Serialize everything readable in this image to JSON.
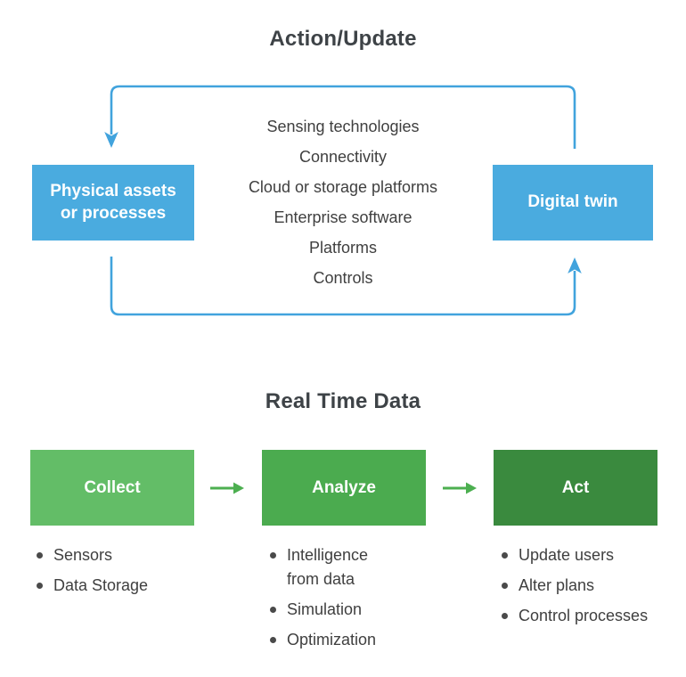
{
  "top_section": {
    "title": "Action/Update",
    "left_box": {
      "label_line1": "Physical assets",
      "label_line2": "or processes"
    },
    "right_box": {
      "label": "Digital twin"
    },
    "middle_items": [
      "Sensing technologies",
      "Connectivity",
      "Cloud or storage platforms",
      "Enterprise software",
      "Platforms",
      "Controls"
    ],
    "arrows": {
      "action_update_arrow": {
        "from": "Digital twin",
        "to": "Physical assets or processes"
      },
      "real_time_data_arrow": {
        "from": "Physical assets or processes",
        "to": "Digital twin"
      }
    }
  },
  "bottom_section": {
    "title": "Real Time Data",
    "stages": [
      {
        "label": "Collect",
        "color": "#63bd67",
        "items": [
          "Sensors",
          "Data Storage"
        ]
      },
      {
        "label": "Analyze",
        "color": "#4bab4f",
        "items": [
          "Intelligence from data",
          "Simulation",
          "Optimization"
        ]
      },
      {
        "label": "Act",
        "color": "#3a8a3e",
        "items": [
          "Update users",
          "Alter plans",
          "Control processes"
        ]
      }
    ],
    "flow": [
      "Collect",
      "Analyze",
      "Act"
    ]
  },
  "colors": {
    "blue_box": "#4aabdf",
    "blue_line": "#41a3dd",
    "green_arrow": "#4caf50",
    "body_text": "#3f3f3f",
    "title_text": "#3e4347"
  }
}
